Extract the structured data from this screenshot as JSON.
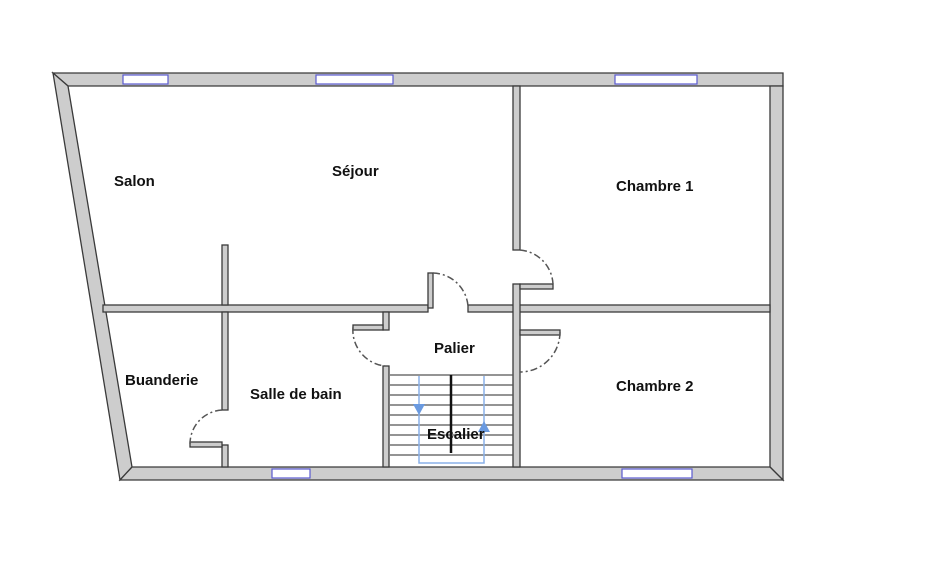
{
  "plan": {
    "rooms": {
      "salon": "Salon",
      "sejour": "Séjour",
      "chambre1": "Chambre 1",
      "chambre2": "Chambre 2",
      "palier": "Palier",
      "buanderie": "Buanderie",
      "salle_de_bain": "Salle de bain",
      "escalier": "Escalier"
    },
    "colors": {
      "wall": "#cdcdcd",
      "window": "#5a5ad0",
      "stair_arrow": "#6a9ae0"
    }
  }
}
